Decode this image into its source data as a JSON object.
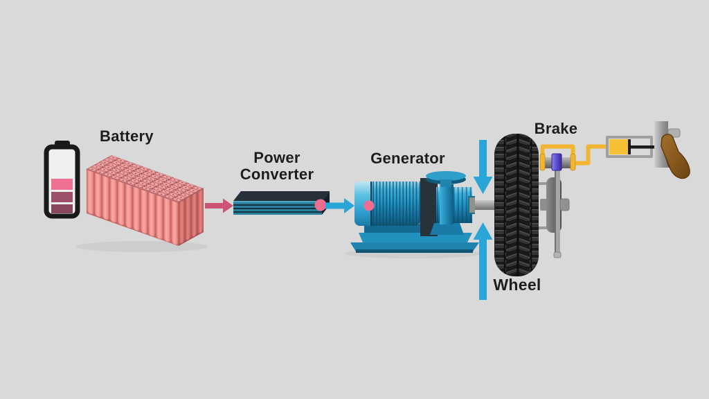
{
  "diagram": {
    "labels": {
      "battery": "Battery",
      "power_converter_line1": "Power",
      "power_converter_line2": "Converter",
      "generator": "Generator",
      "wheel": "Wheel",
      "brake": "Brake"
    },
    "colors": {
      "background": "#d9d9d9",
      "battery_cell_pink": "#f29490",
      "battery_bar_pink": "#ee7093",
      "battery_bar_mauve": "#9d5168",
      "battery_bar_dark_mauve": "#8a485c",
      "arrow_pink": "#cf5377",
      "arrow_blue": "#2aa5d8",
      "converter_teal": "#2a7f9e",
      "converter_top_dark": "#262f3a",
      "generator_blue": "#2196c8",
      "tire_black": "#1c1c1c",
      "brake_line_yellow": "#f2b531",
      "caliper_purple": "#5b4fd0",
      "pedal_brown": "#8a5a1e",
      "metal_gray": "#9a9a9a",
      "indicator_dot_pink": "#ef6e8e",
      "label_text": "#1d1d1d"
    }
  }
}
